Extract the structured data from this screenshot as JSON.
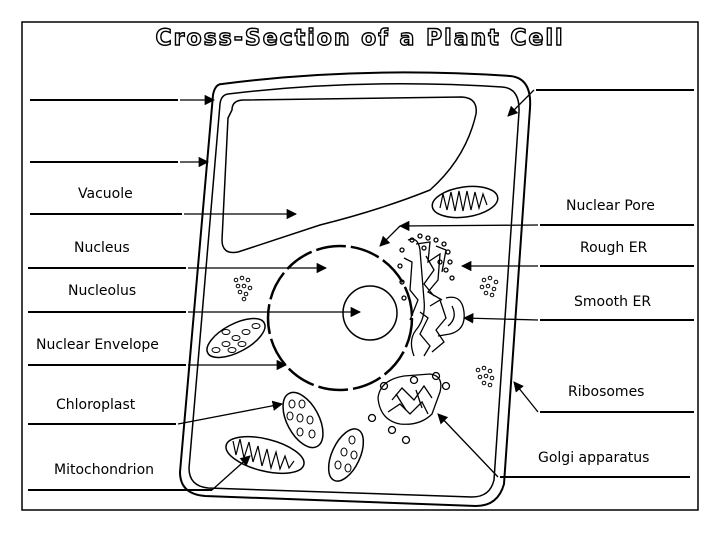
{
  "title": "Cross-Section of a Plant Cell",
  "labels": {
    "vacuole": "Vacuole",
    "nucleus": "Nucleus",
    "nucleolus": "Nucleolus",
    "nuclear_envelope": "Nuclear Envelope",
    "chloroplast": "Chloroplast",
    "mitochondrion": "Mitochondrion",
    "nuclear_pore": "Nuclear Pore",
    "rough_er": "Rough ER",
    "smooth_er": "Smooth ER",
    "ribosomes": "Ribosomes",
    "golgi_apparatus": "Golgi apparatus"
  },
  "colors": {
    "line": "#000000",
    "background": "#ffffff"
  }
}
